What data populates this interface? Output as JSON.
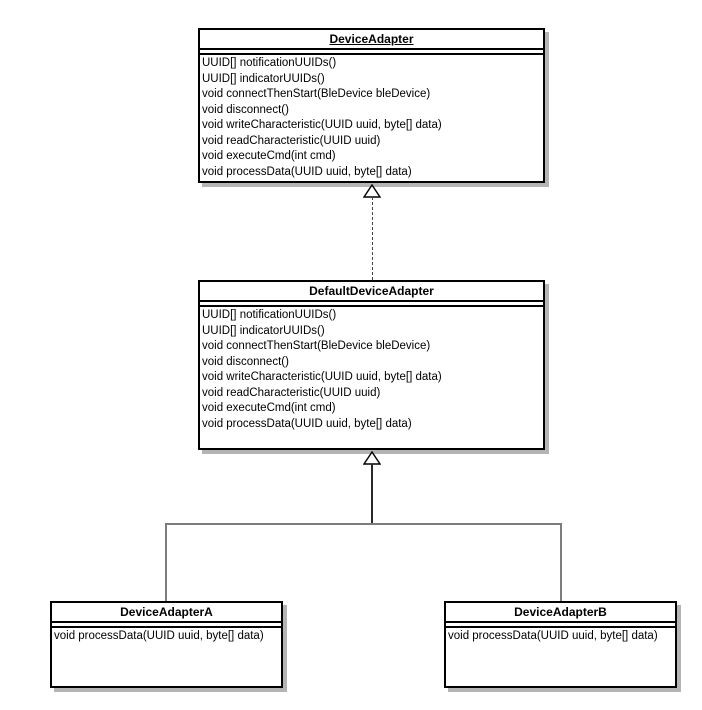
{
  "diagram": {
    "type": "uml-class-diagram",
    "background": "#ffffff",
    "colors": {
      "box_border": "#000000",
      "box_fill": "#ffffff",
      "box_shadow": "#b4b4b4",
      "text": "#000000",
      "generalization_line_gray": "#7d7d7d",
      "realization_dash": "#444444"
    },
    "classes": [
      {
        "id": "device-adapter",
        "name": "DeviceAdapter",
        "name_style": "bold underlined",
        "attributes": [],
        "methods": [
          "UUID[] notificationUUIDs()",
          "UUID[] indicatorUUIDs()",
          "void connectThenStart(BleDevice bleDevice)",
          "void disconnect()",
          "void writeCharacteristic(UUID uuid, byte[] data)",
          "void readCharacteristic(UUID uuid)",
          "void executeCmd(int cmd)",
          "void processData(UUID uuid, byte[] data)"
        ]
      },
      {
        "id": "default-device-adapter",
        "name": "DefaultDeviceAdapter",
        "name_style": "bold",
        "attributes": [],
        "methods": [
          "UUID[] notificationUUIDs()",
          "UUID[] indicatorUUIDs()",
          "void connectThenStart(BleDevice bleDevice)",
          "void disconnect()",
          "void writeCharacteristic(UUID uuid, byte[] data)",
          "void readCharacteristic(UUID uuid)",
          "void executeCmd(int cmd)",
          "void processData(UUID uuid, byte[] data)"
        ]
      },
      {
        "id": "device-adapter-a",
        "name": "DeviceAdapterA",
        "name_style": "bold",
        "attributes": [],
        "methods": [
          "void processData(UUID uuid, byte[] data)"
        ]
      },
      {
        "id": "device-adapter-b",
        "name": "DeviceAdapterB",
        "name_style": "bold",
        "attributes": [],
        "methods": [
          "void processData(UUID uuid, byte[] data)"
        ]
      }
    ],
    "relationships": [
      {
        "from": "DefaultDeviceAdapter",
        "to": "DeviceAdapter",
        "type": "realization",
        "line": "dashed",
        "arrow": "hollow-triangle"
      },
      {
        "from": "DeviceAdapterA",
        "to": "DefaultDeviceAdapter",
        "type": "generalization",
        "line": "solid",
        "arrow": "hollow-triangle"
      },
      {
        "from": "DeviceAdapterB",
        "to": "DefaultDeviceAdapter",
        "type": "generalization",
        "line": "solid",
        "arrow": "hollow-triangle"
      }
    ]
  }
}
